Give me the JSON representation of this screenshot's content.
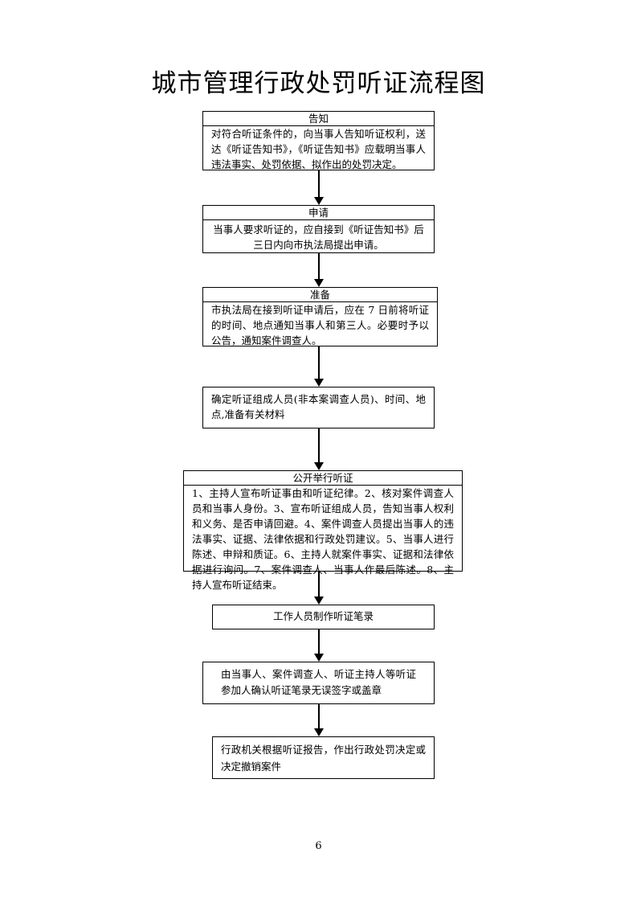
{
  "title": "城市管理行政处罚听证流程图",
  "steps": [
    {
      "header": "告知",
      "text": "对符合听证条件的，向当事人告知听证权利，送达《听证告知书》，《听证告知书》应载明当事人违法事实、处罚依据、拟作出的处罚决定。"
    },
    {
      "header": "申请",
      "text": "当事人要求听证的，应自接到《听证告知书》后三日内向市执法局提出申请。"
    },
    {
      "header": "准备",
      "text": "市执法局在接到听证申请后，应在 7 日前将听证的时间、地点通知当事人和第三人。必要时予以公告，通知案件调查人。"
    },
    {
      "header": "",
      "text": "确定听证组成人员(非本案调查人员)、时间、地点,准备有关材料"
    },
    {
      "header": "公开举行听证",
      "text": "1、主持人宣布听证事由和听证纪律。2、核对案件调查人员和当事人身份。3、宣布听证组成人员，告知当事人权利和义务、是否申请回避。4、案件调查人员提出当事人的违法事实、证据、法律依据和行政处罚建议。5、当事人进行陈述、申辩和质证。6、主持人就案件事实、证据和法律依据进行询问。7、案件调查人、当事人作最后陈述。8、主持人宣布听证结束。"
    },
    {
      "header": "",
      "text": "工作人员制作听证笔录"
    },
    {
      "header": "",
      "text": "由当事人、案件调查人、听证主持人等听证参加人确认听证笔录无误签字或盖章"
    },
    {
      "header": "",
      "text": "行政机关根据听证报告，作出行政处罚决定或决定撤销案件"
    }
  ],
  "page_number": "6"
}
